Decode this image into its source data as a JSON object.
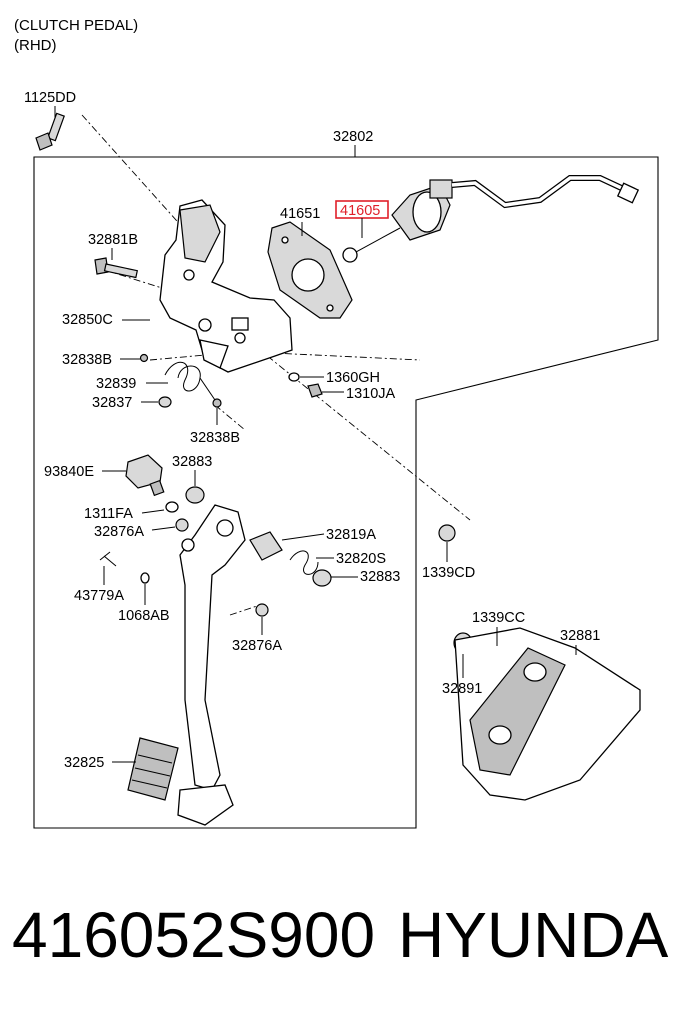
{
  "header": {
    "line1": "(CLUTCH PEDAL)",
    "line2": "(RHD)"
  },
  "highlight_color": "#e0202a",
  "callouts": {
    "c1125DD": "1125DD",
    "c32802": "32802",
    "c41651": "41651",
    "c41605": "41605",
    "c32881B": "32881B",
    "c32850C": "32850C",
    "c32838B_top": "32838B",
    "c32839": "32839",
    "c32837": "32837",
    "c32838B_bottom": "32838B",
    "c1360GH": "1360GH",
    "c1310JA": "1310JA",
    "c93840E": "93840E",
    "c32883_top": "32883",
    "c1311FA": "1311FA",
    "c32876A_top": "32876A",
    "c32819A": "32819A",
    "c32820S": "32820S",
    "c32883_right": "32883",
    "c43779A": "43779A",
    "c1068AB": "1068AB",
    "c32876A_bottom": "32876A",
    "c1339CD": "1339CD",
    "c1339CC": "1339CC",
    "c32881": "32881",
    "c32891": "32891",
    "c32825": "32825"
  },
  "footer": {
    "part_number": "416052S900",
    "brand": "HYUNDAI"
  }
}
